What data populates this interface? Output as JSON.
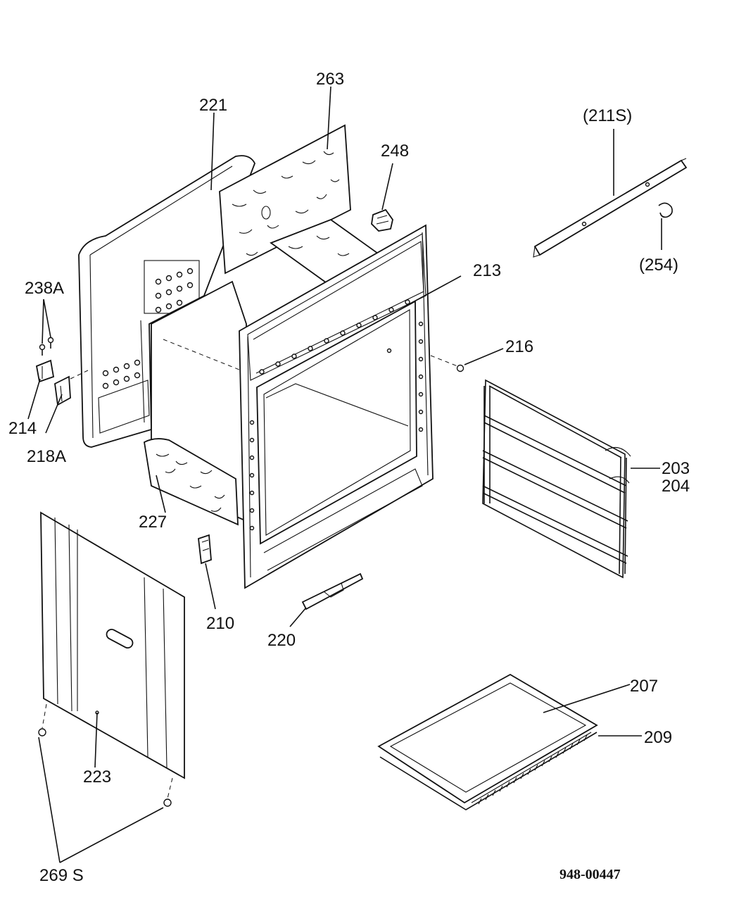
{
  "diagram": {
    "code": "948-00447",
    "labels": {
      "p203": "203",
      "p204": "204",
      "p207": "207",
      "p209": "209",
      "p210": "210",
      "p211s": "(211S)",
      "p213": "213",
      "p214": "214",
      "p216": "216",
      "p218a": "218A",
      "p220": "220",
      "p221": "221",
      "p223": "223",
      "p227": "227",
      "p238a": "238A",
      "p248": "248",
      "p254": "(254)",
      "p263": "263",
      "p269s": "269 S"
    }
  }
}
